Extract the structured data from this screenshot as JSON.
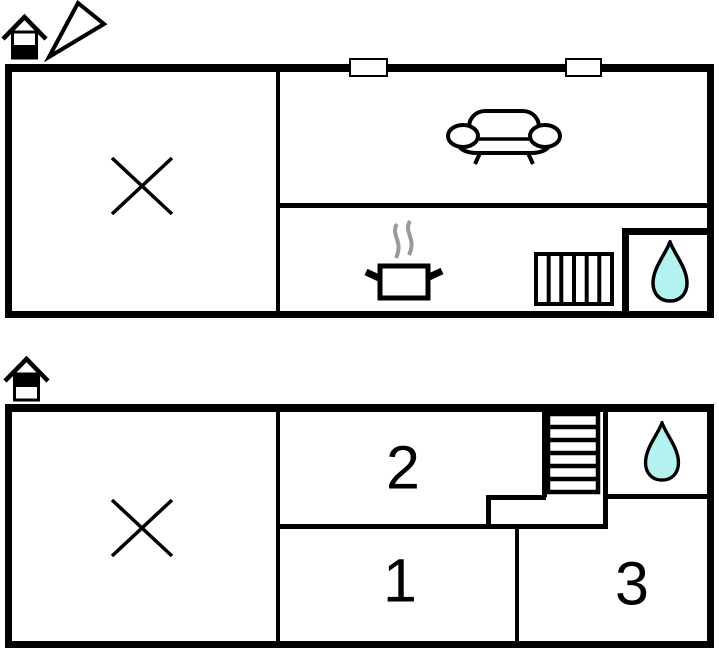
{
  "colors": {
    "line": "#000000",
    "background": "#ffffff",
    "water_drop_fill": "#b4f2f0",
    "steam_gray": "#9a9a9a"
  },
  "north_arrow": {
    "icon": "north-arrow-icon"
  },
  "floor_plans": [
    {
      "name": "floor-1",
      "floor_indicator": {
        "icon": "house-floor-indicator-icon",
        "highlighted_level": "lower"
      },
      "windows_on_top_wall": 2,
      "rooms": [
        {
          "name": "room-unspecified",
          "icon": "cross-icon"
        },
        {
          "name": "living-room",
          "icon": "sofa-icon"
        },
        {
          "name": "kitchen",
          "icon": "cooking-pot-icon",
          "steam_icon": "steam-icon"
        },
        {
          "name": "stairs",
          "icon": "stairs-top-view-icon"
        },
        {
          "name": "bathroom",
          "icon": "water-drop-icon"
        }
      ]
    },
    {
      "name": "floor-2",
      "floor_indicator": {
        "icon": "house-floor-indicator-icon",
        "highlighted_level": "upper"
      },
      "rooms": [
        {
          "name": "room-unspecified",
          "icon": "cross-icon"
        },
        {
          "name": "bedroom-2",
          "label": "2"
        },
        {
          "name": "bedroom-1",
          "label": "1"
        },
        {
          "name": "bedroom-3",
          "label": "3"
        },
        {
          "name": "stairs",
          "icon": "stairs-front-view-icon"
        },
        {
          "name": "bathroom",
          "icon": "water-drop-icon"
        }
      ]
    }
  ]
}
